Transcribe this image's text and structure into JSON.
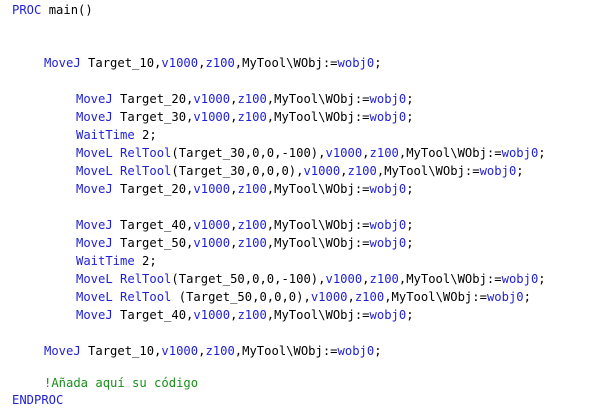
{
  "colors": {
    "keyword": "#1f1fd6",
    "comment": "#1a8f1a",
    "text": "#000000",
    "background": "#ffffff"
  },
  "code": {
    "proc_keyword": "PROC",
    "proc_name": " main()",
    "lines": [
      {
        "instr": "MoveJ",
        "rest": " Target_10,",
        "speed": "v1000",
        "sep1": ",",
        "zone": "z100",
        "tail": ",MyTool\\WObj:=",
        "wobj": "wobj0",
        "end": ";"
      },
      {
        "instr": "MoveJ",
        "rest": " Target_20,",
        "speed": "v1000",
        "sep1": ",",
        "zone": "z100",
        "tail": ",MyTool\\WObj:=",
        "wobj": "wobj0",
        "end": ";"
      },
      {
        "instr": "MoveJ",
        "rest": " Target_30,",
        "speed": "v1000",
        "sep1": ",",
        "zone": "z100",
        "tail": ",MyTool\\WObj:=",
        "wobj": "wobj0",
        "end": ";"
      },
      {
        "instr": "WaitTime",
        "rest": " 2;"
      },
      {
        "instr": "MoveL",
        "func": " RelTool",
        "rest": "(Target_30,0,0,-100),",
        "speed": "v1000",
        "sep1": ",",
        "zone": "z100",
        "tail": ",MyTool\\WObj:=",
        "wobj": "wobj0",
        "end": ";"
      },
      {
        "instr": "MoveL",
        "func": " RelTool",
        "rest": "(Target_30,0,0,0),",
        "speed": "v1000",
        "sep1": ",",
        "zone": "z100",
        "tail": ",MyTool\\WObj:=",
        "wobj": "wobj0",
        "end": ";"
      },
      {
        "instr": "MoveJ",
        "rest": " Target_20,",
        "speed": "v1000",
        "sep1": ",",
        "zone": "z100",
        "tail": ",MyTool\\WObj:=",
        "wobj": "wobj0",
        "end": ";"
      },
      {
        "instr": "MoveJ",
        "rest": " Target_40,",
        "speed": "v1000",
        "sep1": ",",
        "zone": "z100",
        "tail": ",MyTool\\WObj:=",
        "wobj": "wobj0",
        "end": ";"
      },
      {
        "instr": "MoveJ",
        "rest": " Target_50,",
        "speed": "v1000",
        "sep1": ",",
        "zone": "z100",
        "tail": ",MyTool\\WObj:=",
        "wobj": "wobj0",
        "end": ";"
      },
      {
        "instr": "WaitTime",
        "rest": " 2;"
      },
      {
        "instr": "MoveL",
        "func": " RelTool",
        "rest": "(Target_50,0,0,-100),",
        "speed": "v1000",
        "sep1": ",",
        "zone": "z100",
        "tail": ",MyTool\\WObj:=",
        "wobj": "wobj0",
        "end": ";"
      },
      {
        "instr": "MoveL",
        "func": " RelTool",
        "rest": " (Target_50,0,0,0),",
        "speed": "v1000",
        "sep1": ",",
        "zone": "z100",
        "tail": ",MyTool\\WObj:=",
        "wobj": "wobj0",
        "end": ";"
      },
      {
        "instr": "MoveJ",
        "rest": " Target_40,",
        "speed": "v1000",
        "sep1": ",",
        "zone": "z100",
        "tail": ",MyTool\\WObj:=",
        "wobj": "wobj0",
        "end": ";"
      },
      {
        "instr": "MoveJ",
        "rest": " Target_10,",
        "speed": "v1000",
        "sep1": ",",
        "zone": "z100",
        "tail": ",MyTool\\WObj:=",
        "wobj": "wobj0",
        "end": ";"
      }
    ],
    "comment": "!Añada aquí su código",
    "endproc": "ENDPROC"
  }
}
